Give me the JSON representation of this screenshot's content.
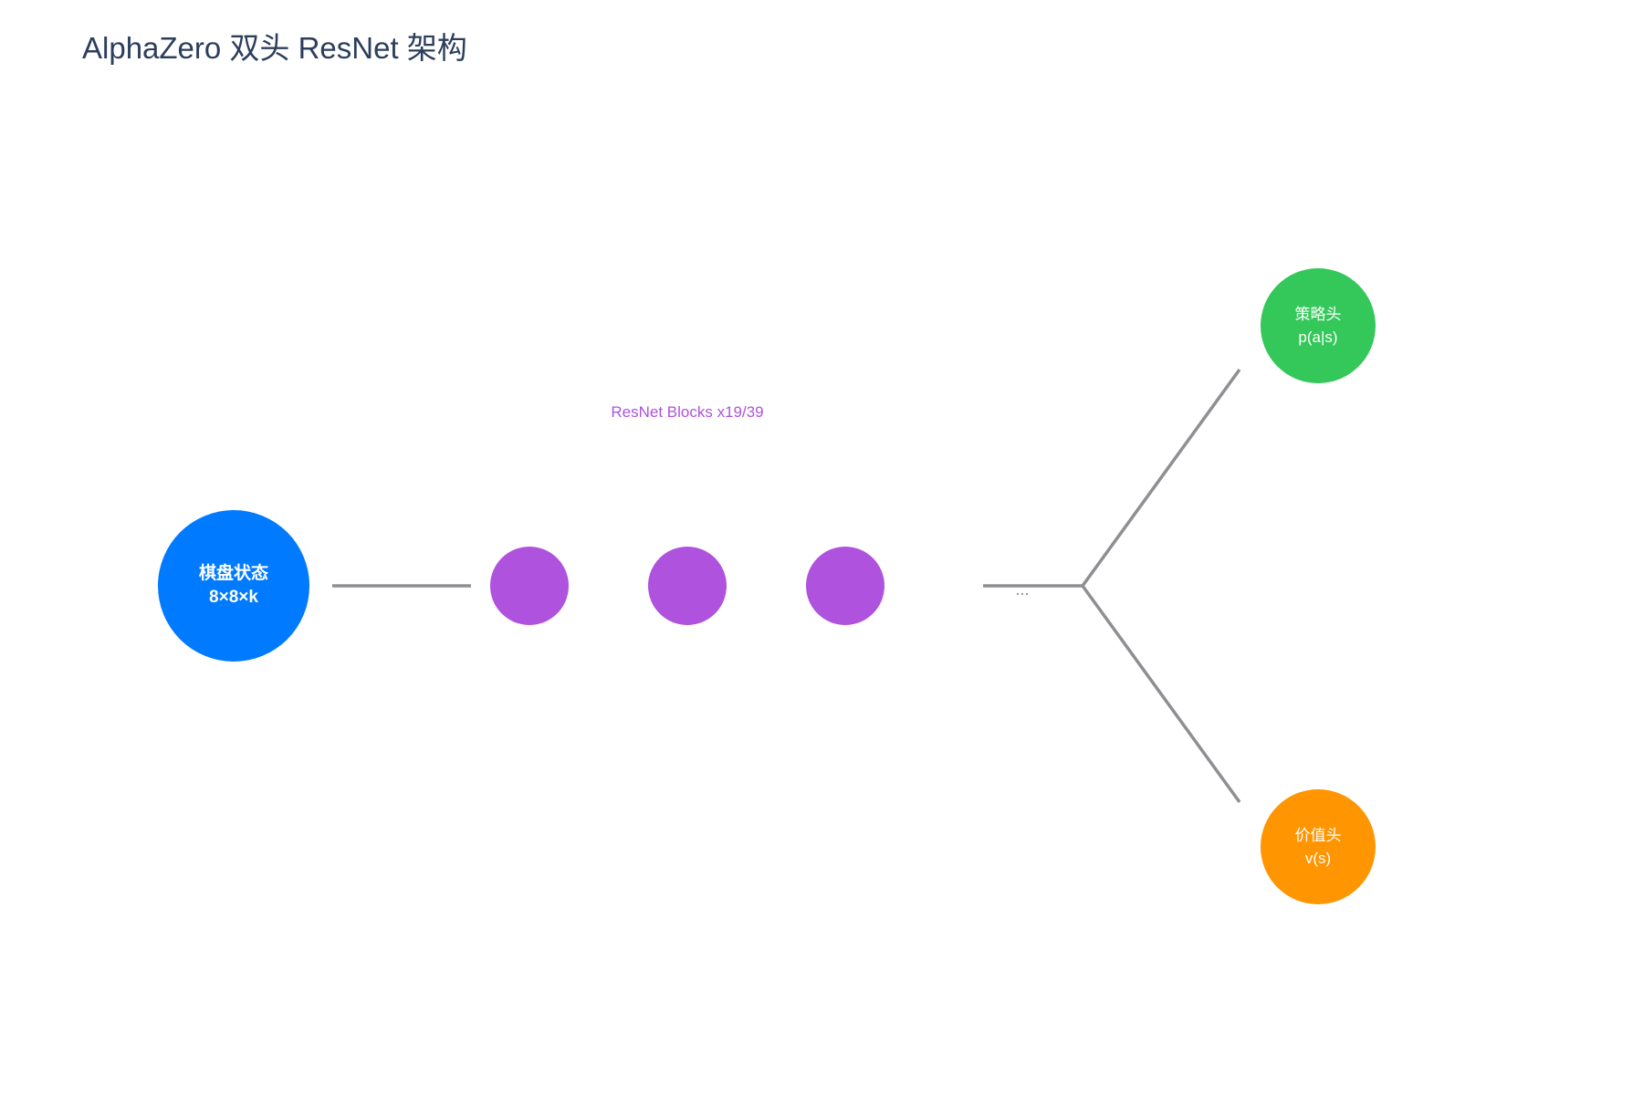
{
  "title": "AlphaZero 双头 ResNet 架构",
  "colors": {
    "input": "#007aff",
    "block": "#af52de",
    "policy": "#34c759",
    "value": "#ff9500",
    "edge": "#8e8e93",
    "title": "#2c3e5c"
  },
  "input_node": {
    "line1": "棋盘状态",
    "line2": "8×8×k"
  },
  "resnet": {
    "label": "ResNet Blocks x19/39",
    "visible_blocks": 3
  },
  "ellipsis": "...",
  "policy_head": {
    "line1": "策略头",
    "line2": "p(a|s)"
  },
  "value_head": {
    "line1": "价值头",
    "line2": "v(s)"
  }
}
